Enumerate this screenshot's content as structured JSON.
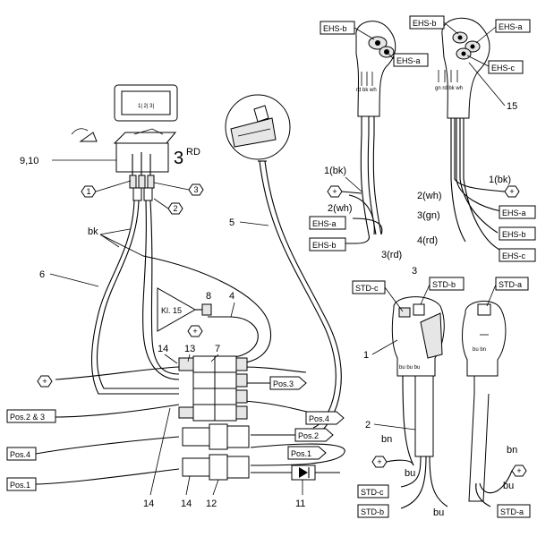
{
  "callouts": {
    "n1": "1",
    "n2": "2",
    "n3": "3",
    "n4": "4",
    "n5": "5",
    "n6": "6",
    "n7": "7",
    "n8": "8",
    "n910": "9,10",
    "n11": "11",
    "n12": "12",
    "n13": "13",
    "n14a": "14",
    "n14b": "14",
    "n14c": "14",
    "n15": "15",
    "rd3": "3",
    "rd_sup": "RD"
  },
  "switch_callouts": {
    "c1": "1",
    "c2": "2",
    "c3": "3"
  },
  "switch_top_label": "1| 2| 3|",
  "wire_labels": {
    "bk": "bk",
    "kl15": "Kl. 15"
  },
  "pos_tags": {
    "pos3": "Pos.3",
    "pos4_right": "Pos.4",
    "pos2_right": "Pos.2",
    "pos1_right": "Pos.1",
    "pos23_left": "Pos.2 & 3",
    "pos4_left": "Pos.4",
    "pos1_left": "Pos.1"
  },
  "ehs_left": {
    "tag_b": "EHS-b",
    "tag_a": "EHS-a",
    "pin_labels": "rd bk wh",
    "w1": "1(bk)",
    "w2": "2(wh)",
    "w3": "3(rd)",
    "out_a": "EHS-a",
    "out_b": "EHS-b"
  },
  "ehs_right": {
    "tag_b": "EHS-b",
    "tag_a": "EHS-a",
    "tag_c": "EHS-c",
    "pin_labels": "gn rd bk wh",
    "w1": "1(bk)",
    "w2": "2(wh)",
    "w3": "3(gn)",
    "w4": "4(rd)",
    "out_a": "EHS-a",
    "out_b": "EHS-b",
    "out_c": "EHS-c"
  },
  "std_left": {
    "tag_c": "STD-c",
    "tag_b": "STD-b",
    "num1": "1",
    "num2": "2",
    "num3": "3",
    "pin_labels": "bu bu bu",
    "w_bn": "bn",
    "w_bu": "bu",
    "w_bu2": "bu",
    "out_c": "STD-c",
    "out_b": "STD-b"
  },
  "std_right": {
    "tag_a": "STD-a",
    "pin_labels": "bu bn",
    "w_bn": "bn",
    "w_bu": "bu",
    "out_a": "STD-a"
  }
}
